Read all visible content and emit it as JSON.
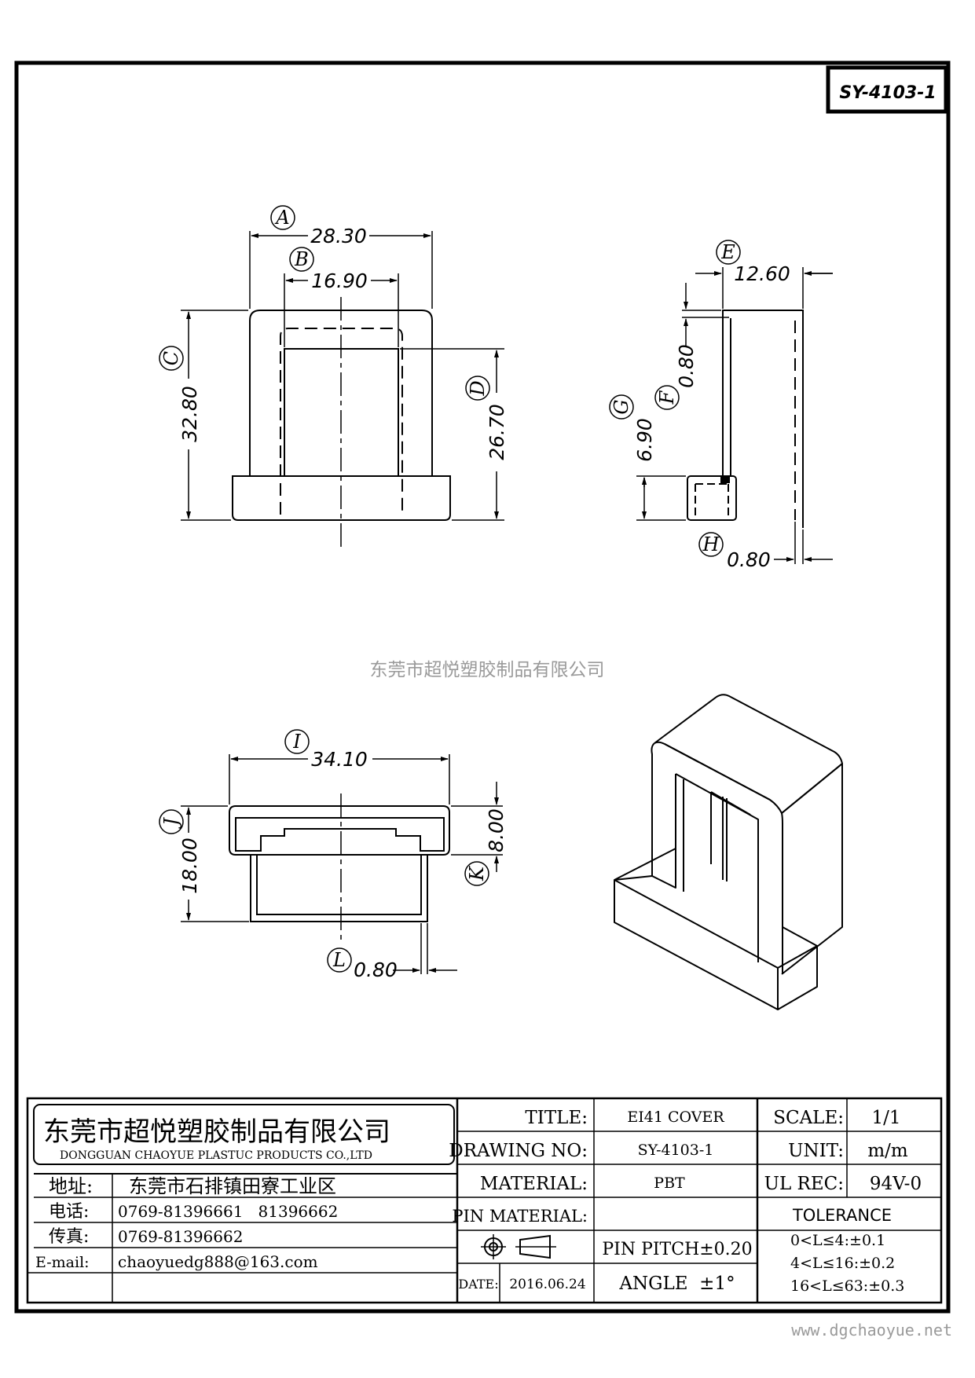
{
  "drawing_code": "SY-4103-1",
  "watermark_company": "东莞市超悦塑胶制品有限公司",
  "website": "www.dgchaoyue.net",
  "dimensions": {
    "A": {
      "letter": "A",
      "value": "28.30"
    },
    "B": {
      "letter": "B",
      "value": "16.90"
    },
    "C": {
      "letter": "C",
      "value": "32.80"
    },
    "D": {
      "letter": "D",
      "value": "26.70"
    },
    "E": {
      "letter": "E",
      "value": "12.60"
    },
    "F": {
      "letter": "F",
      "value": "0.80"
    },
    "G": {
      "letter": "G",
      "value": "6.90"
    },
    "H": {
      "letter": "H",
      "value": "0.80"
    },
    "I": {
      "letter": "I",
      "value": "34.10"
    },
    "J": {
      "letter": "J",
      "value": "18.00"
    },
    "K": {
      "letter": "K",
      "value": "8.00"
    },
    "L": {
      "letter": "L",
      "value": "0.80"
    }
  },
  "company": {
    "name_cn": "东莞市超悦塑胶制品有限公司",
    "name_en": "DONGGUAN CHAOYUE PLASTUC PRODUCTS CO.,LTD"
  },
  "contact": {
    "address_label": "地址:",
    "address_value": "东莞市石排镇田寮工业区",
    "phone_label": "电话:",
    "phone_value": "0769-81396661   81396662",
    "fax_label": "传真:",
    "fax_value": "0769-81396662",
    "email_label": "E-mail:",
    "email_value": "chaoyuedg888@163.com"
  },
  "title_block": {
    "title_label": "TITLE:",
    "title_value": "EI41 COVER",
    "drawing_no_label": "DRAWING NO:",
    "drawing_no_value": "SY-4103-1",
    "material_label": "MATERIAL:",
    "material_value": "PBT",
    "pin_material_label": "PIN MATERIAL:",
    "pin_material_value": "",
    "pin_pitch": "PIN PITCH±0.20",
    "angle": "ANGLE  ±1°",
    "date_label": "DATE:",
    "date_value": "2016.06.24",
    "scale_label": "SCALE:",
    "scale_value": "1/1",
    "unit_label": "UNIT:",
    "unit_value": "m/m",
    "ul_label": "UL REC:",
    "ul_value": "94V-0",
    "tolerance_label": "TOLERANCE",
    "tolerance_lines": [
      "0<L≤4:±0.1",
      "4<L≤16:±0.2",
      "16<L≤63:±0.3"
    ]
  }
}
